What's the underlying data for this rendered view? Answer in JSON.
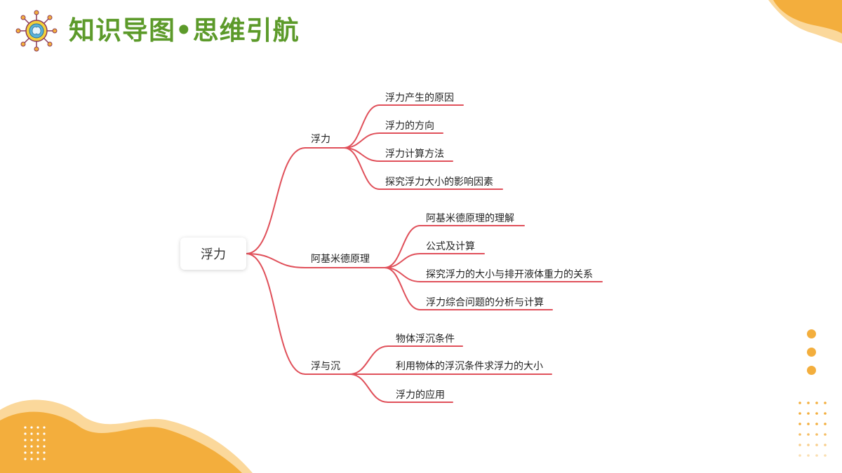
{
  "header": {
    "title": "知识导图•思维引航",
    "logo_icon": "brain-network-icon"
  },
  "colors": {
    "title": "#5c9a2a",
    "branch": "#e0505a",
    "accent_orange": "#f3ae3d",
    "accent_light": "#fbd89b"
  },
  "mindmap": {
    "root": "浮力",
    "branches": [
      {
        "label": "浮力",
        "children": [
          "浮力产生的原因",
          "浮力的方向",
          "浮力计算方法",
          "探究浮力大小的影响因素"
        ]
      },
      {
        "label": "阿基米德原理",
        "children": [
          "阿基米德原理的理解",
          "公式及计算",
          "探究浮力的大小与排开液体重力的关系",
          "浮力综合问题的分析与计算"
        ]
      },
      {
        "label": "浮与沉",
        "children": [
          "物体浮沉条件",
          "利用物体的浮沉条件求浮力的大小",
          "浮力的应用"
        ]
      }
    ]
  }
}
